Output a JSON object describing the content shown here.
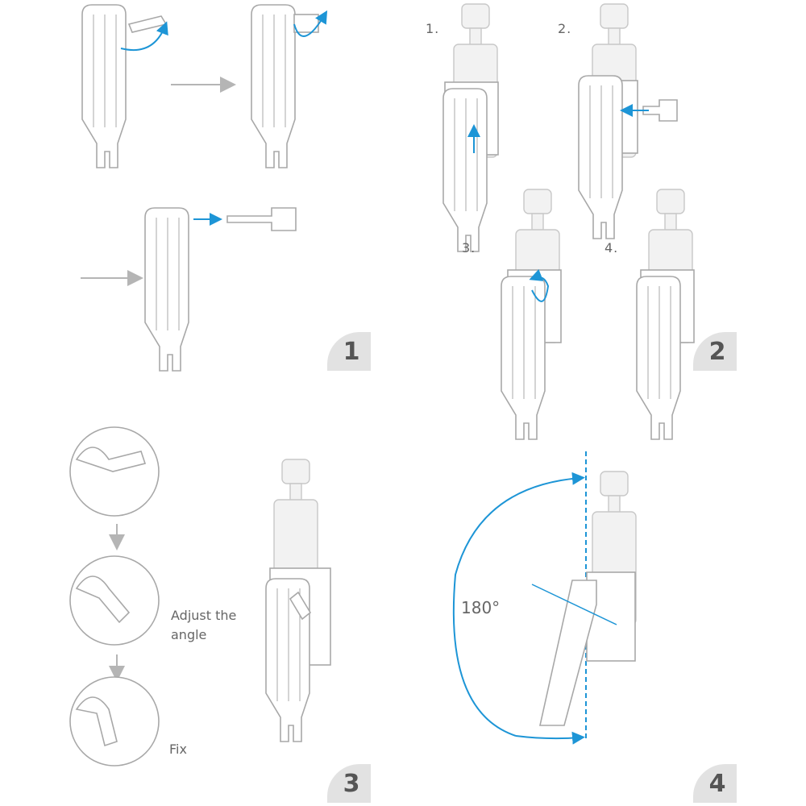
{
  "panels": [
    {
      "badge": "1"
    },
    {
      "badge": "2",
      "steps": [
        "1.",
        "2.",
        "3.",
        "4."
      ]
    },
    {
      "badge": "3",
      "notes": {
        "adjust": "Adjust the angle",
        "fix": "Fix"
      }
    },
    {
      "badge": "4",
      "angle": "180°"
    }
  ],
  "colors": {
    "accent": "#1d95d6",
    "badge_bg": "#e2e2e2",
    "line": "#a8a8a8"
  }
}
